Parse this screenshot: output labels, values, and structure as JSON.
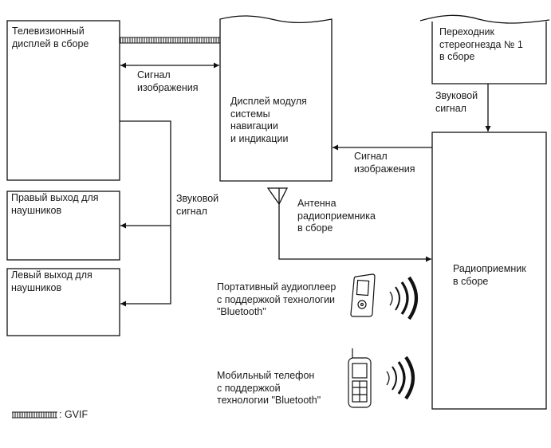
{
  "colors": {
    "line": "#111111",
    "background": "#ffffff"
  },
  "blocks": {
    "tv_display": "Телевизионный\nдисплей в сборе",
    "nav_display": "Дисплей модуля\nсистемы\nнавигации\nи индикации",
    "stereo_adapter": "Переходник\nстереогнезда № 1\nв сборе",
    "radio_receiver": "Радиоприемник\nв сборе",
    "right_headphone": "Правый выход для\nнаушников",
    "left_headphone": "Левый выход для\nнаушников"
  },
  "signals": {
    "image_signal_top": "Сигнал\nизображения",
    "image_signal_right": "Сигнал\nизображения",
    "audio_signal_top": "Звуковой\nсигнал",
    "audio_signal_left": "Звуковой\nсигнал"
  },
  "antenna_label": "Антенна\nрадиоприемника\nв сборе",
  "devices": {
    "audio_player": {
      "label": "Портативный аудиоплеер\nс поддержкой технологии\n\"Bluetooth\"",
      "icon": "portable-audio-player-icon"
    },
    "mobile_phone": {
      "label": "Мобильный телефон\nс поддержкой\nтехнологии \"Bluetooth\"",
      "icon": "mobile-phone-icon"
    }
  },
  "legend": {
    "symbol": "gvif-cable-symbol",
    "label": ": GVIF"
  }
}
